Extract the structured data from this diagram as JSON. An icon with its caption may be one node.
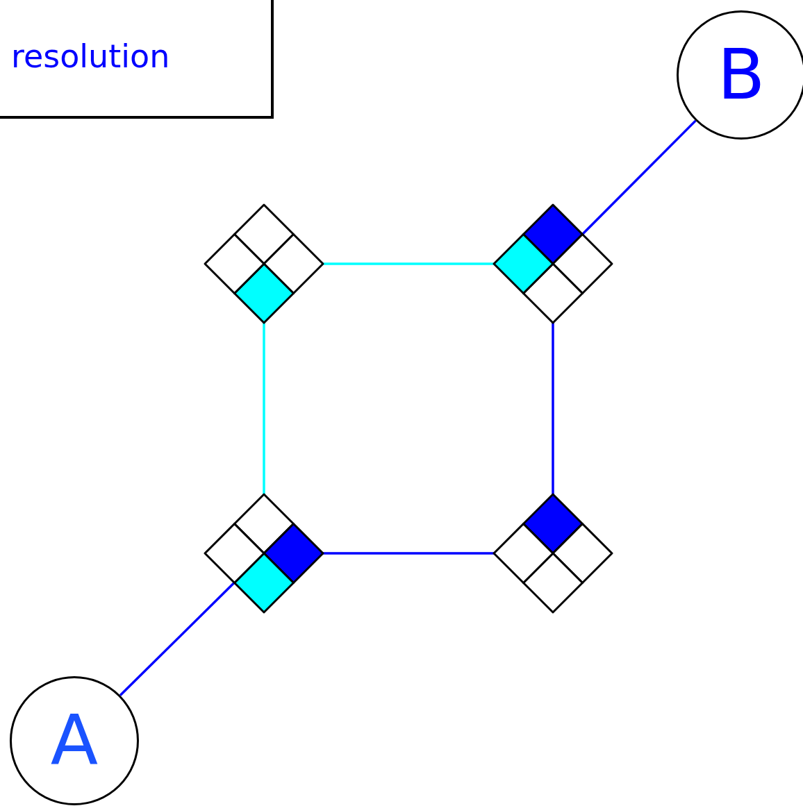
{
  "diagram": {
    "nodes": [
      {
        "text": [
          "resolution"
        ]
      },
      {
        "text": [
          "B"
        ]
      },
      {
        "text": [],
        "shape": "diamond"
      },
      {
        "text": [],
        "shape": "diamond"
      },
      {
        "text": [],
        "shape": "diamond"
      },
      {
        "text": [],
        "shape": "diamond"
      },
      {
        "text": [
          "A"
        ]
      }
    ],
    "edges": [
      {
        "from": 1,
        "to": 3,
        "arrow": "none"
      },
      {
        "from": 2,
        "to": 3,
        "arrow": "none",
        "color": "#00ffff"
      },
      {
        "from": 2,
        "to": 4,
        "arrow": "none",
        "color": "#00ffff"
      },
      {
        "from": 3,
        "to": 5,
        "arrow": "none"
      },
      {
        "from": 4,
        "to": 5,
        "arrow": "none"
      },
      {
        "from": 4,
        "to": 6,
        "arrow": "none"
      }
    ]
  }
}
